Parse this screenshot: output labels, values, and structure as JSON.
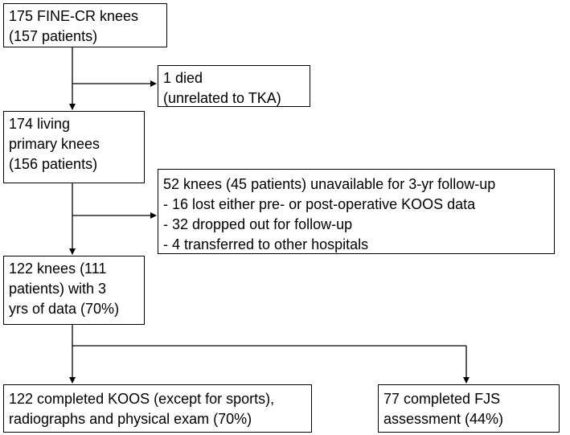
{
  "flowchart": {
    "start": {
      "lines": [
        "175 FINE-CR knees",
        "(157 patients)"
      ]
    },
    "died": {
      "lines": [
        "1 died",
        "(unrelated to TKA)"
      ]
    },
    "living": {
      "lines": [
        "174 living",
        "primary knees",
        "(156 patients)"
      ]
    },
    "unavailable": {
      "lines": [
        "52 knees  (45 patients) unavailable for 3-yr follow-up",
        "- 16 lost either pre- or post-operative KOOS data",
        "- 32 dropped out for follow-up",
        "- 4  transferred to other hospitals"
      ]
    },
    "with_data": {
      "lines": [
        "122 knees (111",
        "patients) with 3",
        "yrs of data (70%)"
      ]
    },
    "koos": {
      "lines": [
        "122 completed KOOS (except for sports),",
        "radiographs and physical exam (70%)"
      ]
    },
    "fjs": {
      "lines": [
        "77 completed FJS",
        "assessment (44%)"
      ]
    }
  }
}
